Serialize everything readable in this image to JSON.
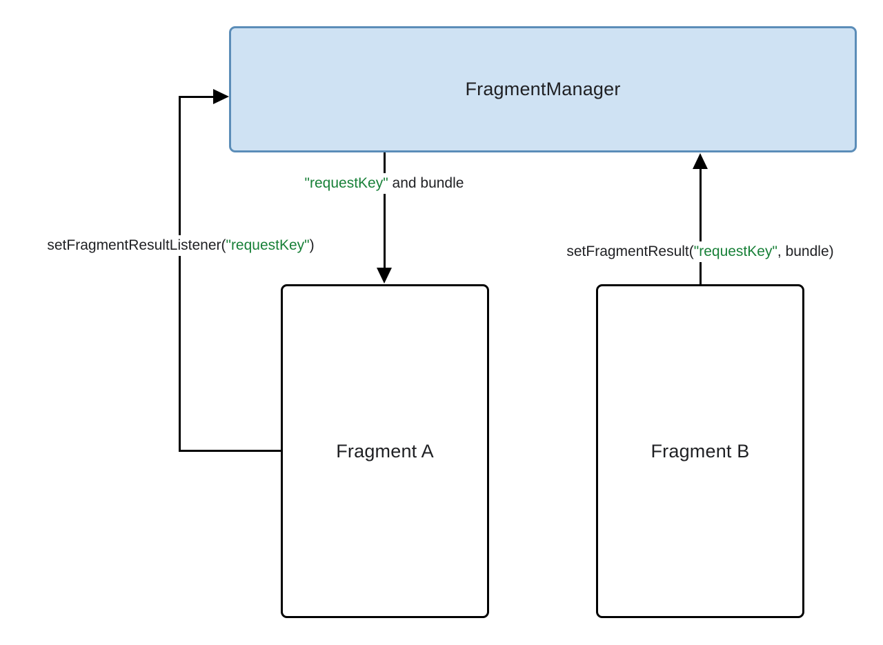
{
  "nodes": {
    "fragment_manager": {
      "label": "FragmentManager"
    },
    "fragment_a": {
      "label": "Fragment A"
    },
    "fragment_b": {
      "label": "Fragment B"
    }
  },
  "labels": {
    "listener": {
      "prefix": "setFragmentResultListener(",
      "key": "\"requestKey\"",
      "suffix": ")"
    },
    "deliver": {
      "key": "\"requestKey\"",
      "rest": " and bundle"
    },
    "set_result": {
      "prefix": "setFragmentResult(",
      "key": "\"requestKey\"",
      "suffix": ", bundle)"
    }
  },
  "colors": {
    "manager_fill": "#cfe2f3",
    "manager_border": "#5b8db8",
    "fragment_fill": "#ffffff",
    "fragment_border": "#000000",
    "line_black": "#000000",
    "text_black": "#202124",
    "key_green": "#188038"
  }
}
